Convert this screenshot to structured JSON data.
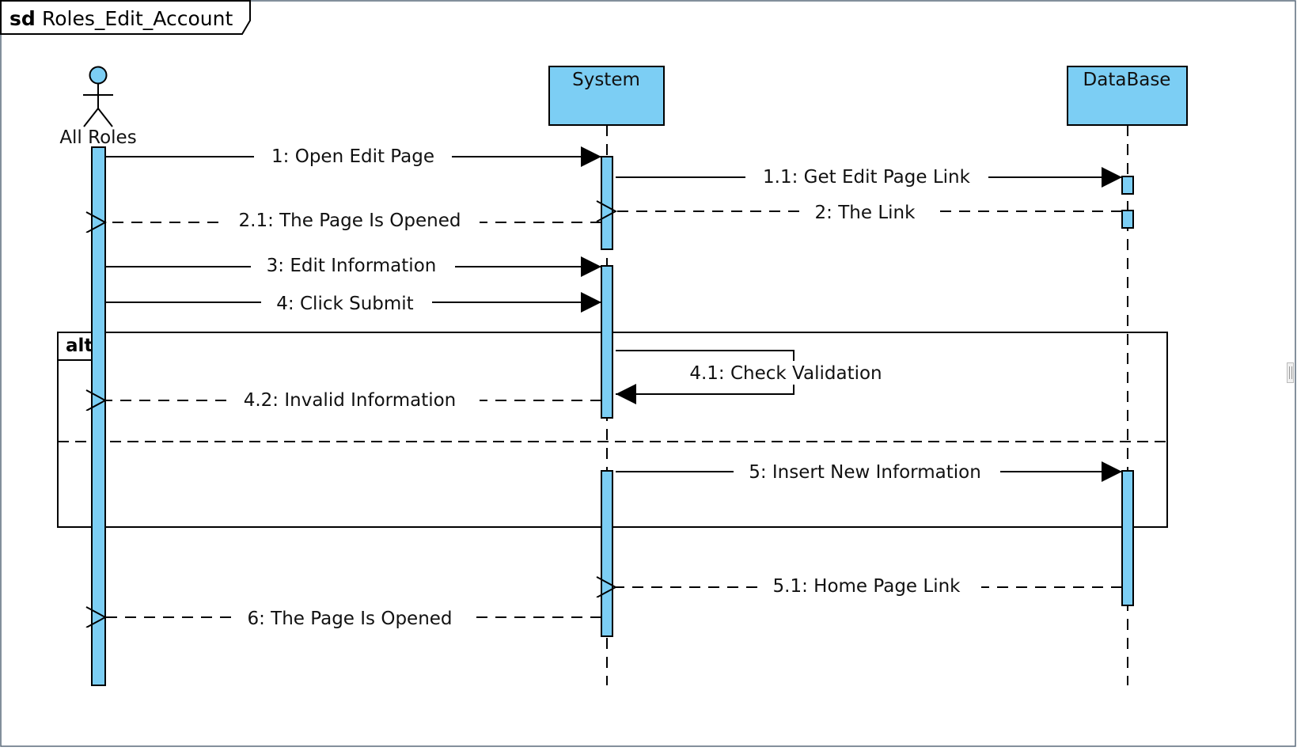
{
  "diagram": {
    "frame_keyword": "sd",
    "frame_name": "Roles_Edit_Account",
    "fill_color": "#7ccef4",
    "lifelines": {
      "actor": "All Roles",
      "system": "System",
      "database": "DataBase"
    },
    "fragment": {
      "operator": "alt"
    },
    "messages": {
      "m1": "1: Open Edit Page",
      "m1_1": "1.1: Get Edit Page Link",
      "m2": "2: The Link",
      "m2_1": "2.1: The Page Is Opened",
      "m3": "3: Edit Information",
      "m4": "4: Click Submit",
      "m4_1": "4.1: Check Validation",
      "m4_2": "4.2: Invalid Information",
      "m5": "5: Insert New Information",
      "m5_1": "5.1: Home Page Link",
      "m6": "6: The Page Is Opened"
    }
  }
}
